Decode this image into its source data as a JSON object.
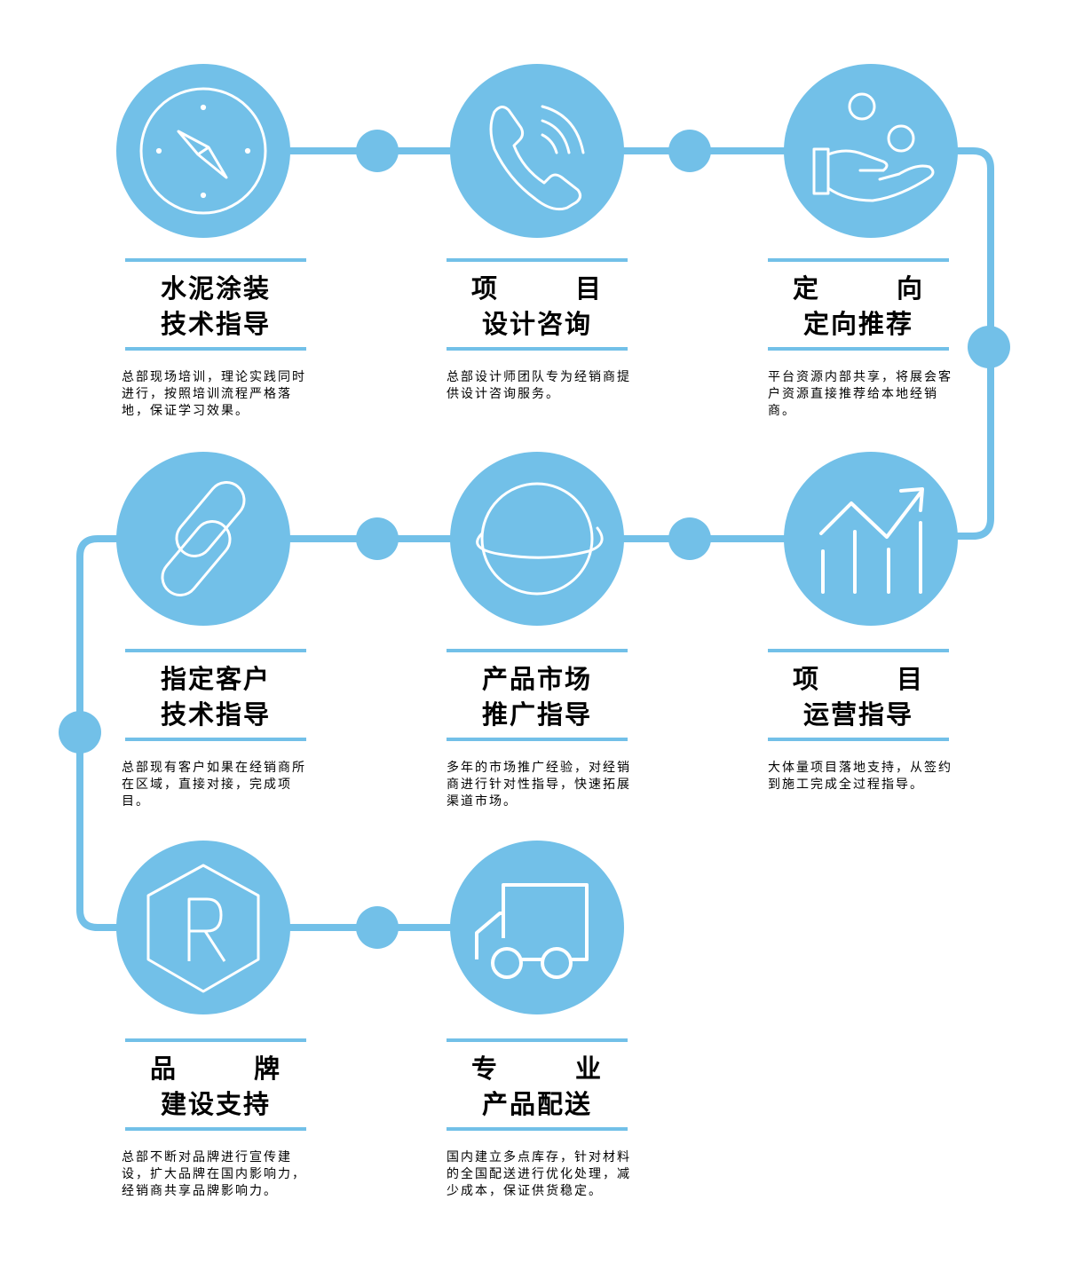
{
  "colors": {
    "accent": "#72c0e8",
    "text": "#000000",
    "background": "#ffffff"
  },
  "steps": [
    {
      "title_line1": [
        "水泥涂装"
      ],
      "title_line2": "技术指导",
      "description": "总部现场培训，理论实践同时进行，按照培训流程严格落地，保证学习效果。",
      "icon": "compass-icon"
    },
    {
      "title_line1": [
        "项",
        "目"
      ],
      "title_line2": "设计咨询",
      "description": "总部设计师团队专为经销商提供设计咨询服务。",
      "icon": "phone-icon"
    },
    {
      "title_line1": [
        "定",
        "向"
      ],
      "title_line2": "定向推荐",
      "description": "平台资源内部共享，将展会客户资源直接推荐给本地经销商。",
      "icon": "hand-coins-icon"
    },
    {
      "title_line1": [
        "项",
        "目"
      ],
      "title_line2": "运营指导",
      "description": "大体量项目落地支持，从签约到施工完成全过程指导。",
      "icon": "growth-chart-icon"
    },
    {
      "title_line1": [
        "产品市场"
      ],
      "title_line2": "推广指导",
      "description": "多年的市场推广经验，对经销商进行针对性指导，快速拓展渠道市场。",
      "icon": "planet-icon"
    },
    {
      "title_line1": [
        "指定客户"
      ],
      "title_line2": "技术指导",
      "description": "总部现有客户如果在经销商所在区域，直接对接，完成项目。",
      "icon": "link-icon"
    },
    {
      "title_line1": [
        "品",
        "牌"
      ],
      "title_line2": "建设支持",
      "description": "总部不断对品牌进行宣传建设，扩大品牌在国内影响力，经销商共享品牌影响力。",
      "icon": "registered-hexagon-icon"
    },
    {
      "title_line1": [
        "专",
        "业"
      ],
      "title_line2": "产品配送",
      "description": "国内建立多点库存，针对材料的全国配送进行优化处理，减少成本，保证供货稳定。",
      "icon": "delivery-truck-icon"
    }
  ]
}
